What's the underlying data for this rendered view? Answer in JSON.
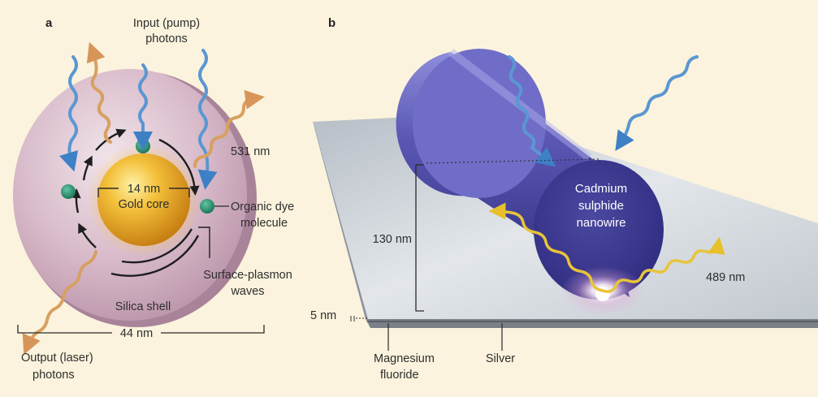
{
  "panel_a": {
    "letter": "a",
    "input_photons": [
      "Input (pump)",
      "photons"
    ],
    "gold_size": "14 nm",
    "gold_label": "Gold core",
    "wavelength_out": "531 nm",
    "dye_label": [
      "Organic dye",
      "molecule"
    ],
    "plasmon_label": [
      "Surface-plasmon",
      "waves"
    ],
    "shell_label": "Silica shell",
    "shell_size": "44 nm",
    "output_photons": [
      "Output (laser)",
      "photons"
    ]
  },
  "panel_b": {
    "letter": "b",
    "nanowire_label": [
      "Cadmium",
      "sulphide",
      "nanowire"
    ],
    "height": "130 nm",
    "wavelength_out": "489 nm",
    "gap": "5 nm",
    "mgf_label": [
      "Magnesium",
      "fluoride"
    ],
    "silver_label": "Silver"
  },
  "colors": {
    "background": "#fbf3dd",
    "pump_photon": "#5a97d2",
    "output_photon_a": "#d8a060",
    "output_photon_b": "#e8c43a",
    "shell": "#cdb0c0",
    "gold": "#e2a224",
    "dye": "#2a8c6e",
    "nanowire": "#4d4ba0",
    "silver": "#c6ccd2"
  }
}
